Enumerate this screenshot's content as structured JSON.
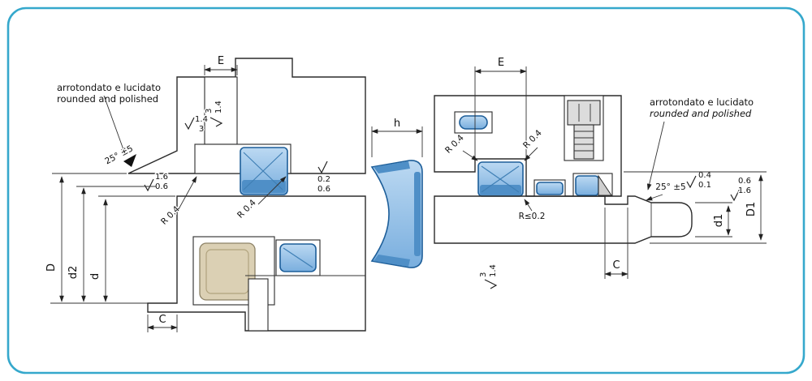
{
  "frame": {
    "border_color": "#35a8cc",
    "background": "#ffffff"
  },
  "colors": {
    "seal_blue": "#7fb3e0",
    "seal_blue_dark": "#4f8fc7",
    "guide_ring_tan": "#dbd0b4"
  },
  "left_view": {
    "note_line1": "arrotondato  e lucidato",
    "note_line2": "rounded and polished",
    "dim_E": "E",
    "chamfer_angle": "25° ±5",
    "rough_slot_a": "3",
    "rough_slot_b": "1.4",
    "rough_flank_a": "1.4",
    "rough_flank_b": "3",
    "rough_chamfer_top": "1.6",
    "rough_chamfer_bottom": "0.6",
    "rough_groove_top": "0.2",
    "rough_groove_bottom": "0.6",
    "radius_left": "R 0.4",
    "radius_right": "R 0.4",
    "dim_D": "D",
    "dim_d2": "d2",
    "dim_d": "d",
    "dim_C": "C"
  },
  "seal_profile": {
    "dim_h": "h"
  },
  "right_view": {
    "dim_E": "E",
    "note_line1": "arrotondato e lucidato",
    "note_line2": "rounded and polished",
    "chamfer_angle": "25° ±5",
    "radius_left": "R 0.4",
    "radius_right": "R 0.4",
    "radius_rod": "R≤0.2",
    "rough_flank_a": "3",
    "rough_flank_b": "1.4",
    "rough_rod_top": "0.4",
    "rough_rod_bottom": "0.1",
    "rough_seat_top": "0.6",
    "rough_seat_bottom": "1.6",
    "dim_d1": "d1",
    "dim_D1": "D1",
    "dim_C": "C"
  }
}
